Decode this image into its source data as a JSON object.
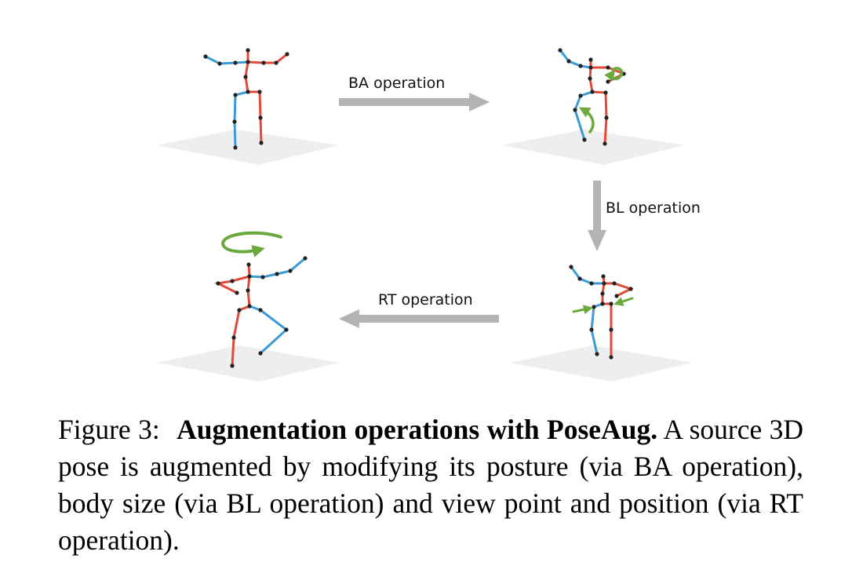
{
  "figure": {
    "arrows": [
      {
        "label": "BA operation"
      },
      {
        "label": "BL operation"
      },
      {
        "label": "RT operation"
      }
    ],
    "colors": {
      "limb_left": "#3c9ad6",
      "limb_right": "#e04a3a",
      "joint": "#222222",
      "op_highlight": "#6aaa3a",
      "arrow": "#b3b3b3",
      "ground": "#ededed"
    }
  },
  "caption": {
    "figure_number": "Figure 3:",
    "bold_title": "Augmentation operations with PoseAug.",
    "body": "A source 3D pose is augmented by modifying its posture (via BA operation), body size (via BL operation) and view point and position (via RT operation)."
  }
}
